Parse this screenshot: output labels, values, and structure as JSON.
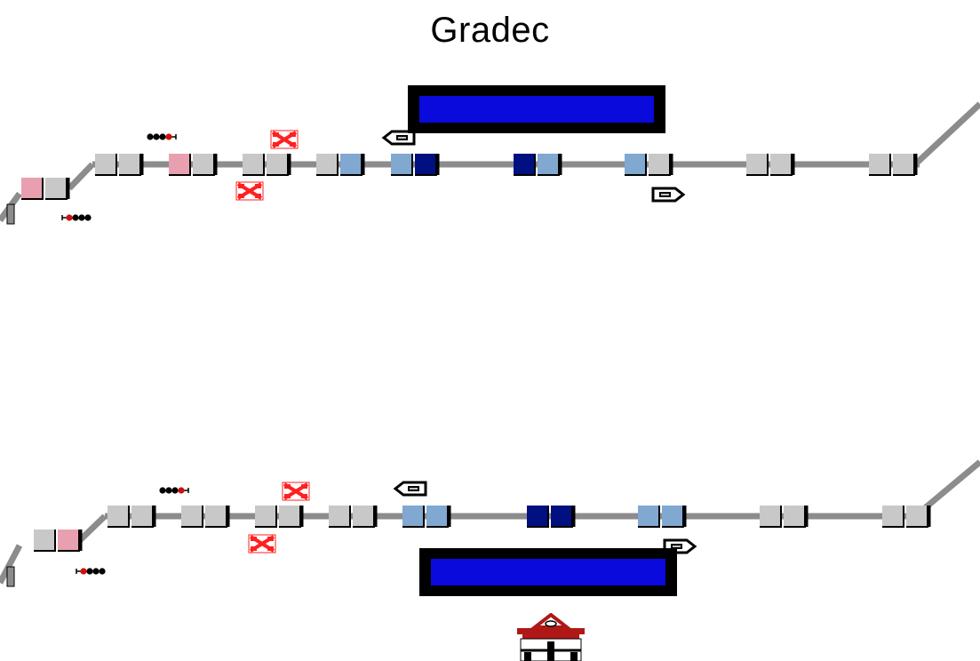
{
  "station": {
    "title": "Gradec"
  },
  "colors": {
    "background": "#ffffff",
    "track": "#8c8c8c",
    "track_edge": "#000000",
    "segment_free": "#c8c8c8",
    "segment_reserved": "#e8a0b0",
    "segment_route": "#80a8d0",
    "segment_occupied": "#001080",
    "platform_fill": "#0a0adc",
    "platform_border": "#000000",
    "crossing": "#ff2020",
    "signal_red": "#d01010",
    "building_roof": "#b01818"
  },
  "tracks": [
    {
      "name": "track-upper",
      "platform_side": "above",
      "segment_states": [
        "reserved",
        "free",
        "free",
        "free",
        "reserved",
        "free",
        "free",
        "free",
        "free",
        "route",
        "route",
        "occupied",
        "occupied",
        "route",
        "route",
        "free",
        "free",
        "free",
        "free"
      ],
      "direction_markers": [
        {
          "icon": "arrow-left-marker-icon",
          "direction": "left"
        },
        {
          "icon": "arrow-right-marker-icon",
          "direction": "right"
        }
      ],
      "signals": [
        {
          "icon": "signal-left-icon",
          "facing": "right"
        },
        {
          "icon": "signal-right-icon",
          "facing": "left"
        }
      ],
      "crossings": [
        "crossing-icon",
        "crossing-icon"
      ]
    },
    {
      "name": "track-lower",
      "platform_side": "below",
      "segment_states": [
        "free",
        "reserved",
        "free",
        "free",
        "free",
        "free",
        "free",
        "free",
        "free",
        "free",
        "route",
        "route",
        "occupied",
        "occupied",
        "route",
        "route",
        "free",
        "free",
        "free",
        "free"
      ],
      "direction_markers": [
        {
          "icon": "arrow-left-marker-icon",
          "direction": "left"
        },
        {
          "icon": "arrow-right-marker-icon",
          "direction": "right"
        }
      ],
      "signals": [
        {
          "icon": "signal-left-icon",
          "facing": "right"
        },
        {
          "icon": "signal-right-icon",
          "facing": "left"
        }
      ],
      "crossings": [
        "crossing-icon",
        "crossing-icon"
      ]
    }
  ],
  "building": {
    "icon": "station-building-icon"
  }
}
